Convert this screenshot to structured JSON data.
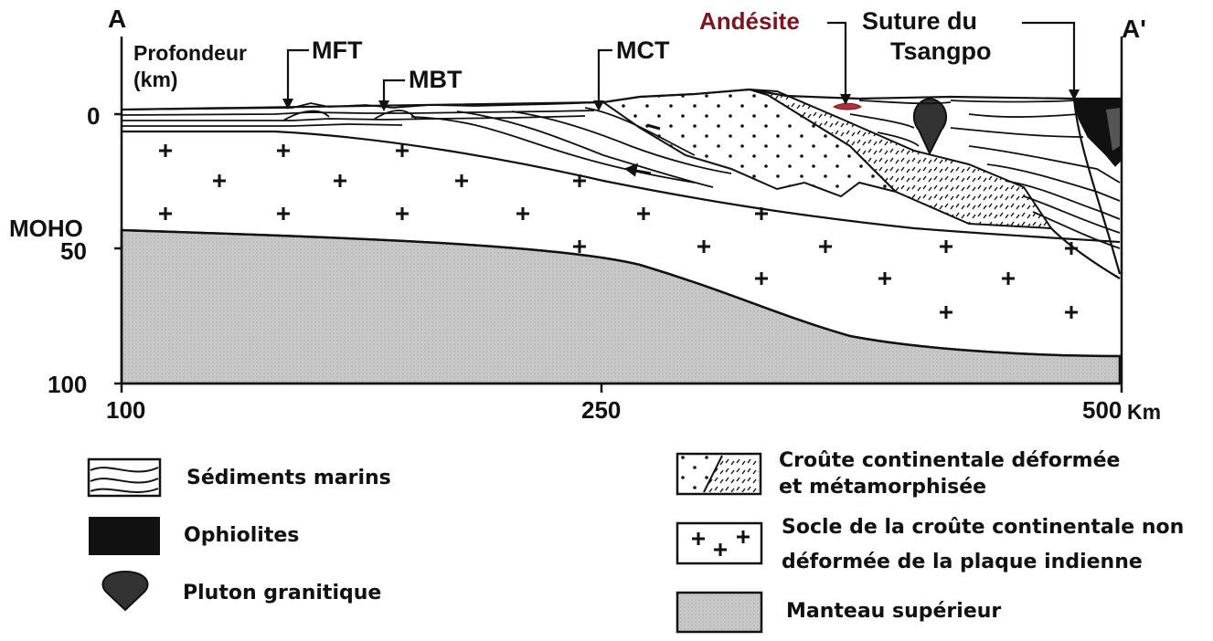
{
  "section": {
    "start": "A",
    "end": "A'"
  },
  "axes": {
    "depth_title": "Profondeur\n(km)",
    "depth_ticks": [
      "0",
      "50",
      "100"
    ],
    "moho_label": "MOHO",
    "x_ticks": [
      "100",
      "250",
      "500"
    ],
    "x_unit": "Km"
  },
  "annotations": {
    "mft": "MFT",
    "mbt": "MBT",
    "mct": "MCT",
    "andesite": "Andésite",
    "suture_line1": "Suture du",
    "suture_line2": "Tsangpo"
  },
  "legend": {
    "sediments": "Sédiments marins",
    "ophiolites": "Ophiolites",
    "pluton": "Pluton granitique",
    "crust_deformed_1": "Croûte continentale déformée",
    "crust_deformed_2": "et métamorphisée",
    "socle_1": "Socle de la croûte continentale non",
    "socle_2": "déformée de la plaque indienne",
    "mantle": "Manteau supérieur"
  },
  "colors": {
    "mantle": "#c9c9c9",
    "ophiolite": "#111111",
    "andesite_text": "#7a1620",
    "andesite_body": "#b0303a"
  }
}
